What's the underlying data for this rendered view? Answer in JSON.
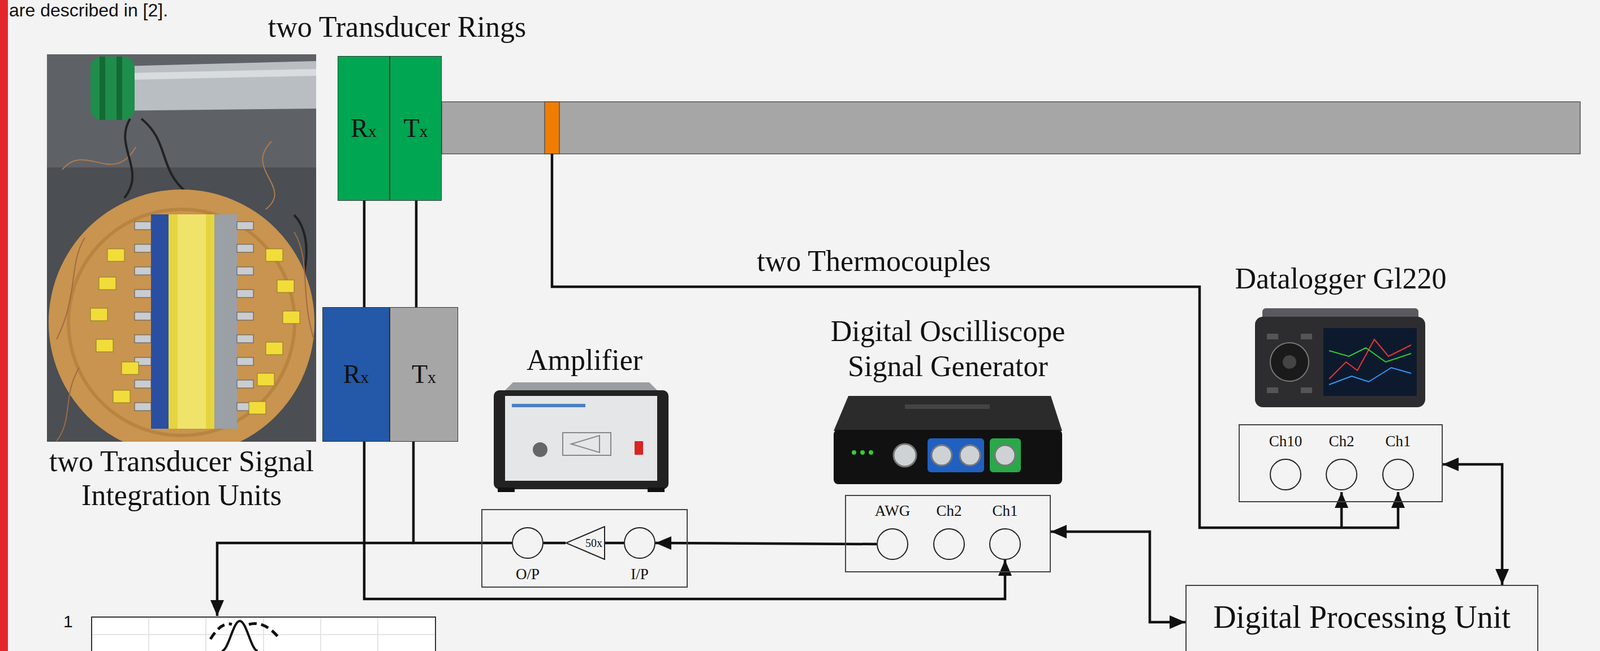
{
  "diagram": {
    "nodes": [
      {
        "text": [
          "Rx"
        ]
      },
      {
        "text": [
          "Tx"
        ]
      },
      {
        "text": [
          "Rx"
        ]
      },
      {
        "text": [
          "Tx"
        ]
      },
      {
        "text": [
          "Amplifier"
        ]
      },
      {
        "text": [
          "O/P"
        ],
        "in": 4
      },
      {
        "text": [
          "50x"
        ],
        "in": 4
      },
      {
        "text": [
          "I/P"
        ],
        "in": 4
      },
      {
        "text": [
          "Digital Oscilliscope Signal Generator"
        ]
      },
      {
        "text": [
          "AWG"
        ],
        "in": 8
      },
      {
        "text": [
          "Ch2"
        ],
        "in": 8
      },
      {
        "text": [
          "Ch1"
        ],
        "in": 8
      },
      {
        "text": [
          "Datalogger Gl220"
        ]
      },
      {
        "text": [
          "Ch10"
        ],
        "in": 12
      },
      {
        "text": [
          "Ch2"
        ],
        "in": 12
      },
      {
        "text": [
          "Ch1"
        ],
        "in": 12
      },
      {
        "text": [
          "Digital Processing Unit"
        ]
      }
    ],
    "edges": [
      {
        "from": 0,
        "to": 2,
        "arrow": "none"
      },
      {
        "from": 1,
        "to": 3,
        "arrow": "none"
      },
      {
        "from": 2,
        "to": 11,
        "arrow": "to"
      },
      {
        "from": 5,
        "to": 3,
        "arrow": "none"
      },
      {
        "from": 6,
        "to": 5,
        "arrow": "none"
      },
      {
        "from": 7,
        "to": 6,
        "arrow": "none"
      },
      {
        "from": 9,
        "to": 7,
        "arrow": "to"
      },
      {
        "from": 8,
        "to": 16,
        "arrow": "both"
      },
      {
        "from": 12,
        "to": 16,
        "arrow": "both"
      }
    ],
    "labels": [
      "are described in [2].",
      "two Transducer Rings",
      "two Transducer Signal Integration Units",
      "two Thermocouples",
      "1"
    ]
  }
}
